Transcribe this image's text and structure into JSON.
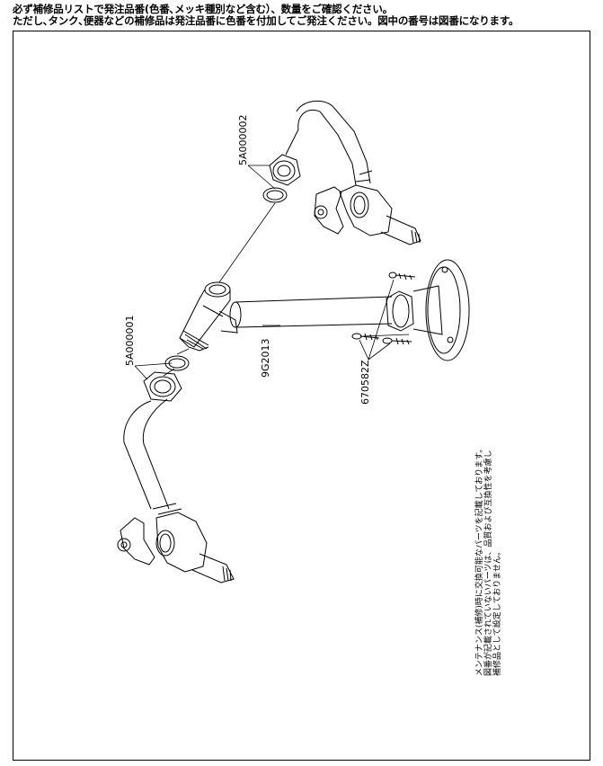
{
  "header": {
    "line1": "必ず補修品リストで発注品番(色番､メッキ種別など含む）、数量をご確認ください。",
    "line2": "ただし､タンク､便器などの補修品は発注品番に色番を付加してご発注ください。図中の番号は図番になります。"
  },
  "parts": [
    {
      "id": "5A000002"
    },
    {
      "id": "5A000001"
    },
    {
      "id": "9G2013"
    },
    {
      "id": "670582Z"
    }
  ],
  "note": {
    "line1": "メンテナンス(補修)時に交換可能なパーツを記載しております。",
    "line2": "図番が記載されていないパーツは、品質および互換性を考慮し",
    "line3": "補修品として設定しておりません。"
  }
}
